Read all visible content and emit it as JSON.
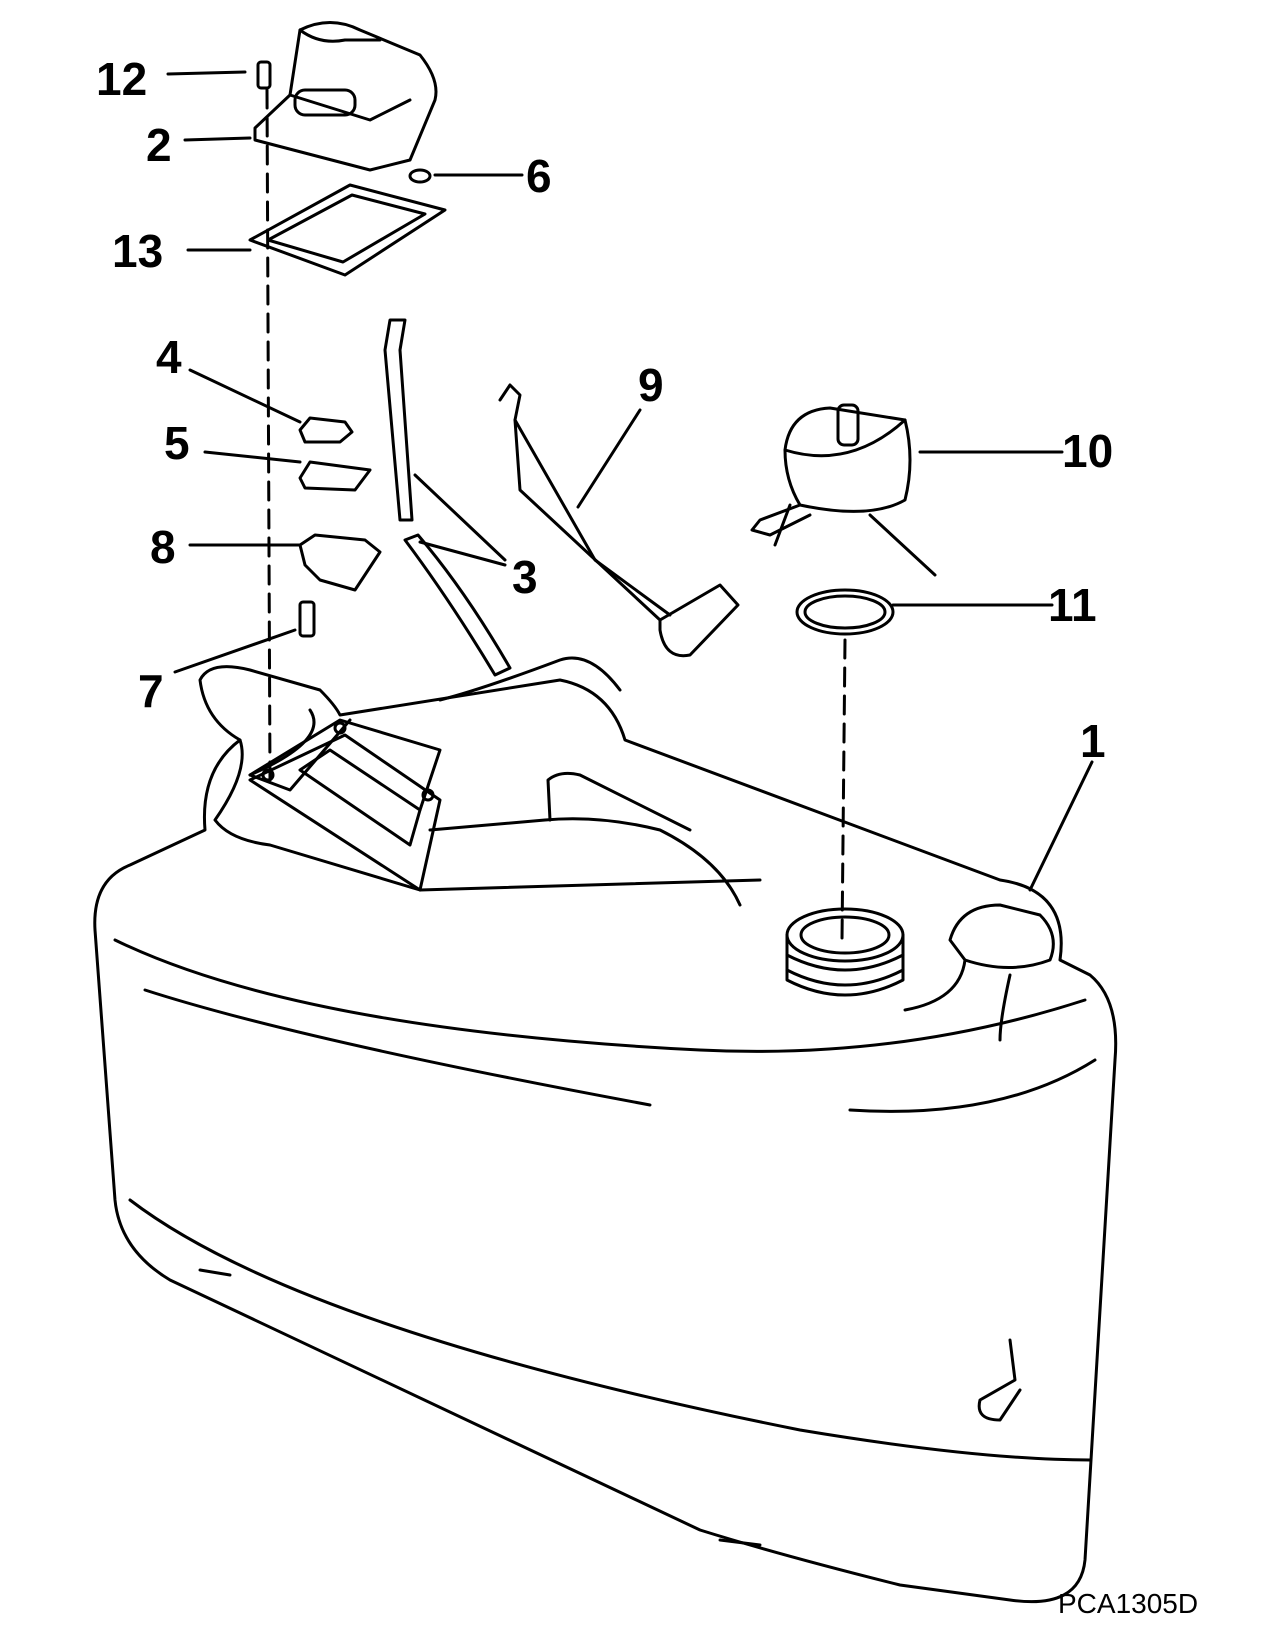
{
  "callouts": {
    "c1": "1",
    "c2": "2",
    "c3": "3",
    "c4": "4",
    "c5": "5",
    "c6": "6",
    "c7": "7",
    "c8": "8",
    "c9": "9",
    "c10": "10",
    "c11": "11",
    "c12": "12",
    "c13": "13"
  },
  "figure_code": "PCA1305D"
}
